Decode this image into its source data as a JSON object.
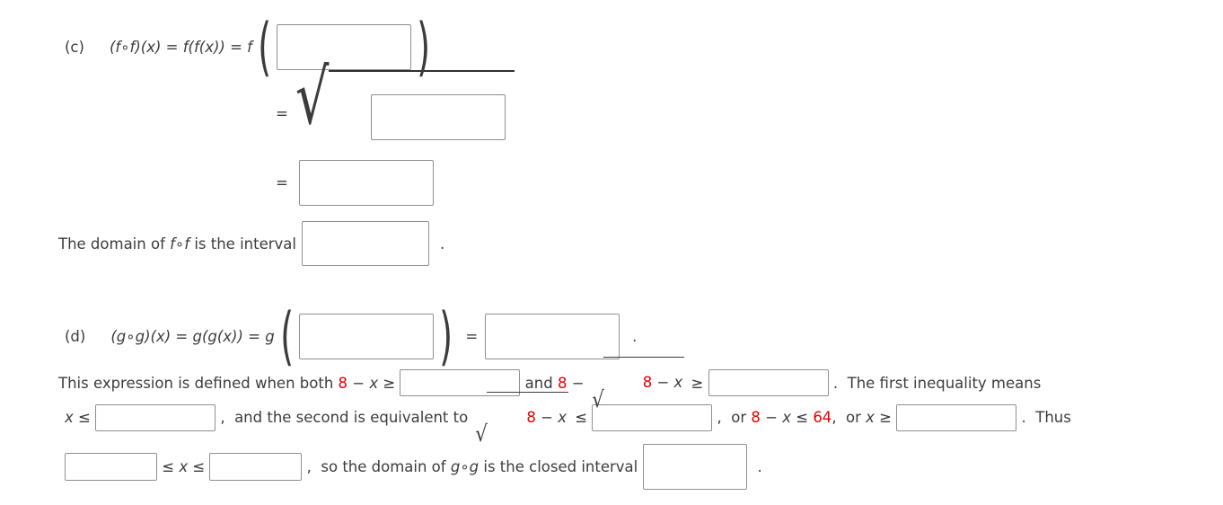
{
  "colors": {
    "text": "#3c3c3c",
    "red_accent": "#e60000",
    "box_border": "#8f8f8f"
  },
  "symbols": {
    "sqrt": "√"
  },
  "part_c": {
    "label": "(c)",
    "lhs": "(f∘f)(x) = f(f(x)) = f",
    "paren_open": "(",
    "paren_close": ")",
    "eq2": "=",
    "eq3": "=",
    "domain_prefix": "The domain of ",
    "domain_math": "f∘f",
    "domain_suffix": " is the interval",
    "period": "."
  },
  "part_d": {
    "label": "(d)",
    "lhs": "(g∘g)(x) = g(g(x)) = g",
    "paren_open": "(",
    "paren_close": ")",
    "eq": "=",
    "period": ".",
    "line2": {
      "t1": "This expression is defined when both ",
      "red1": "8",
      "m1": " − x ≥ ",
      "t2": " and ",
      "red2": "8",
      "m2": " − ",
      "sqrt_red": "8",
      "sqrt_rest": " − x",
      "m3": " ≥ ",
      "t3": " .  The first inequality means"
    },
    "line3": {
      "m1": "x ≤ ",
      "t1": " ,  and the second is equivalent to ",
      "sqrt_red": "8",
      "sqrt_rest": " − x",
      "m2": " ≤ ",
      "t2": " ,  or ",
      "red1": "8",
      "m3": " − x ≤ ",
      "red2": "64",
      "t3": ",  or ",
      "m4": "x ≥ ",
      "t4": " .  Thus"
    },
    "line4": {
      "m1": " ≤ x ≤ ",
      "t1": " ,  so the domain of ",
      "math1": "g∘g",
      "t2": " is the closed interval ",
      "period": "."
    }
  },
  "inputs": {
    "c_answer_1": "",
    "c_answer_2": "",
    "c_answer_3": "",
    "c_domain_interval": "",
    "d_answer_1": "",
    "d_answer_2": "",
    "d_ineq1_answer": "",
    "d_ineq2_answer": "",
    "d_x_upper_bound": "",
    "d_sqrt_bound": "",
    "d_x_lower_bound": "",
    "d_interval_lower": "",
    "d_interval_upper": "",
    "d_domain_interval": ""
  }
}
